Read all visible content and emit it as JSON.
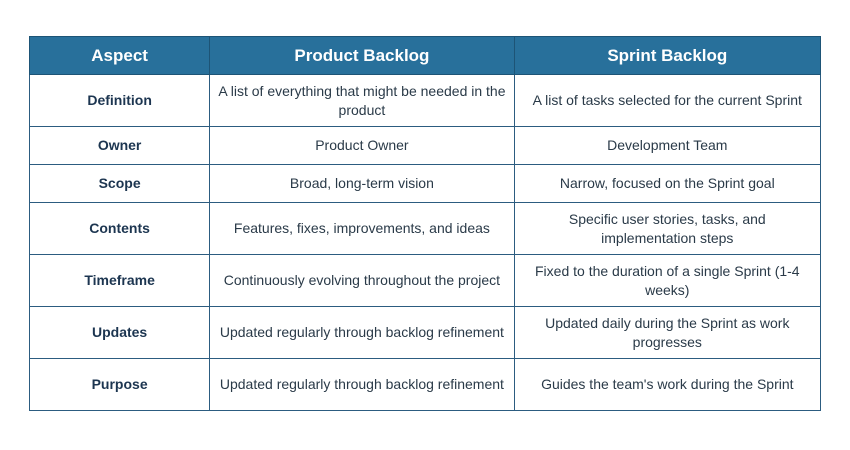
{
  "table": {
    "headers": [
      "Aspect",
      "Product Backlog",
      "Sprint Backlog"
    ],
    "rows": [
      {
        "aspect": "Definition",
        "product": "A list of everything that might be needed in the product",
        "sprint": "A list of tasks selected for the current Sprint"
      },
      {
        "aspect": "Owner",
        "product": "Product Owner",
        "sprint": "Development Team"
      },
      {
        "aspect": "Scope",
        "product": "Broad, long-term vision",
        "sprint": "Narrow, focused on the Sprint goal"
      },
      {
        "aspect": "Contents",
        "product": "Features, fixes, improvements, and ideas",
        "sprint": "Specific user stories, tasks, and implementation steps"
      },
      {
        "aspect": "Timeframe",
        "product": "Continuously evolving throughout the project",
        "sprint": "Fixed to the duration of a single Sprint (1-4 weeks)"
      },
      {
        "aspect": "Updates",
        "product": "Updated regularly through backlog refinement",
        "sprint": "Updated daily during the Sprint as work progresses"
      },
      {
        "aspect": "Purpose",
        "product": "Updated regularly through backlog refinement",
        "sprint": "Guides the team's work during the Sprint"
      }
    ]
  },
  "colors": {
    "header_bg": "#28709b",
    "header_text": "#ffffff",
    "border": "#2c5c80"
  }
}
